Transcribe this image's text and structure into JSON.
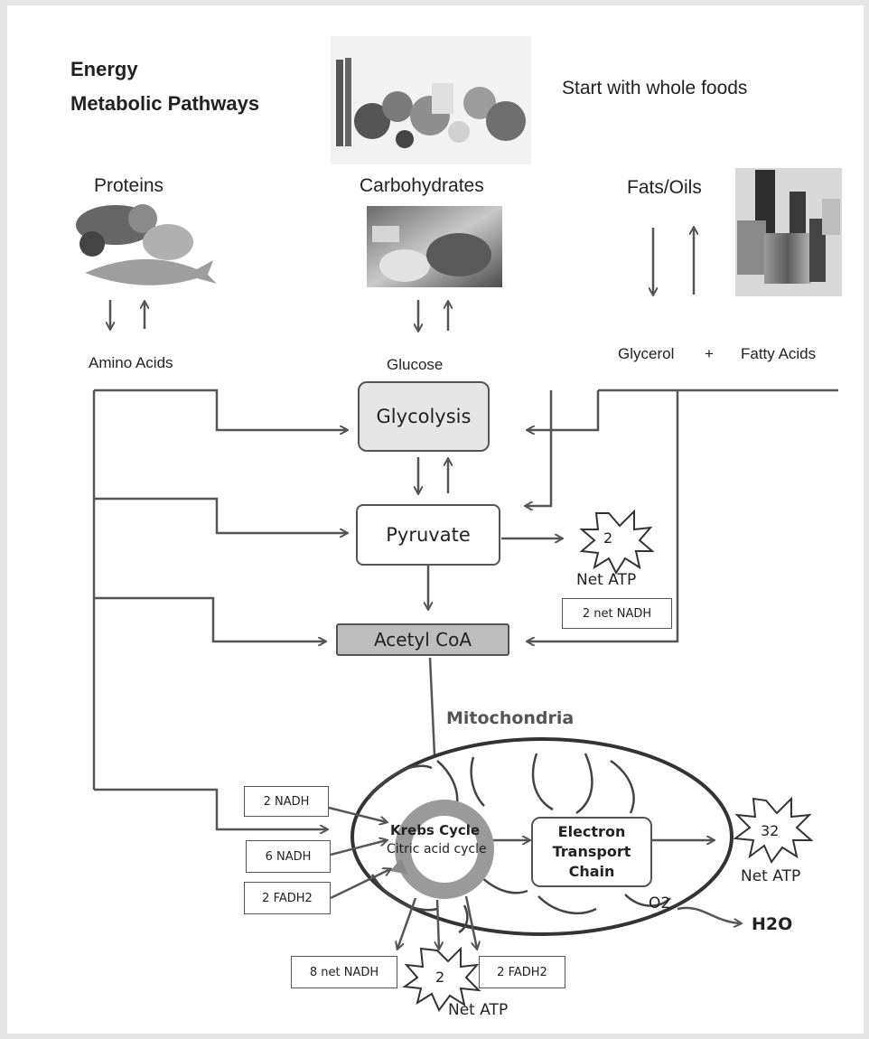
{
  "title": {
    "line1": "Energy",
    "line2": "Metabolic  Pathways"
  },
  "whole_foods": "Start with whole foods",
  "sources": {
    "proteins": "Proteins",
    "carbohydrates": "Carbohydrates",
    "fats": "Fats/Oils"
  },
  "products": {
    "amino_acids": "Amino Acids",
    "glucose": "Glucose",
    "glycerol": "Glycerol",
    "plus": "+",
    "fatty_acids": "Fatty Acids"
  },
  "steps": {
    "glycolysis": "Glycolysis",
    "pyruvate": "Pyruvate",
    "acetyl_coa": "Acetyl CoA"
  },
  "atp_glycolysis": {
    "count": "2",
    "label": "Net ATP",
    "nadh": "2 net NADH"
  },
  "mito": {
    "label": "Mitochondria",
    "krebs_line1": "Krebs Cycle",
    "krebs_line2": "Citric acid cycle",
    "etc_line1": "Electron",
    "etc_line2": "Transport",
    "etc_line3": "Chain"
  },
  "inputs": {
    "nadh_2": "2 NADH",
    "nadh_6": "6 NADH",
    "fadh2_2": "2 FADH2"
  },
  "outputs": {
    "net_nadh": "8 net NADH",
    "net_fadh2": "2 FADH2",
    "krebs_atp_count": "2",
    "krebs_atp_label": "Net ATP"
  },
  "etc_atp": {
    "count": "32",
    "label": "Net ATP"
  },
  "o2": "O2",
  "h2o": "H2O"
}
